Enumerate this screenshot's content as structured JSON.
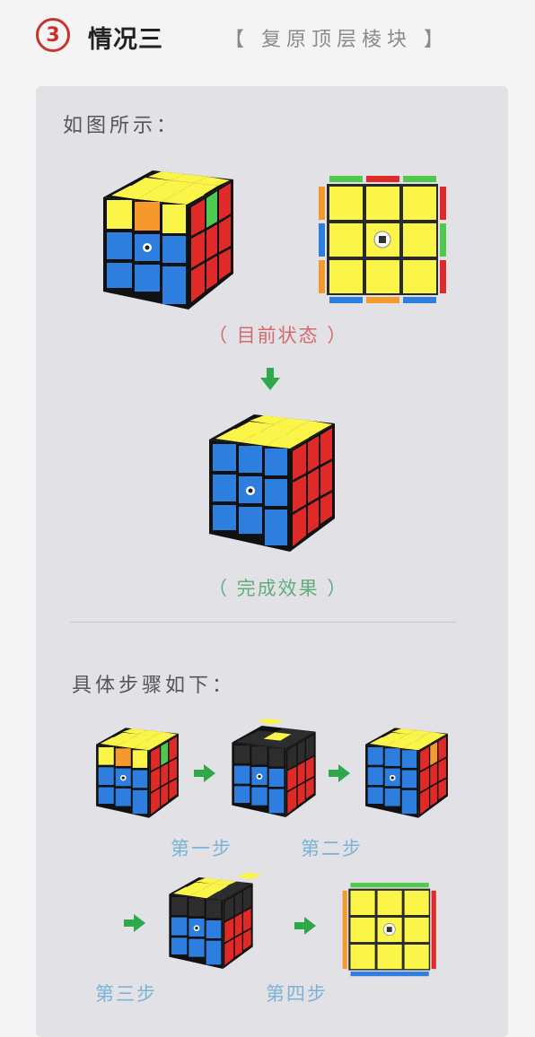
{
  "header": {
    "step_number": "3",
    "title": "情况三",
    "subtitle": "【 复原顶层棱块 】"
  },
  "section1": {
    "label": "如图所示：",
    "caption_current": "（ 目前状态 ）",
    "caption_done": "（ 完成效果 ）"
  },
  "section2": {
    "label": "具体步骤如下：",
    "step1": "第一步",
    "step2": "第二步",
    "step3": "第三步",
    "step4": "第四步"
  },
  "colors": {
    "yellow": "#fbf54a",
    "blue": "#2e7ee0",
    "red": "#e02a28",
    "green": "#4ec94e",
    "orange": "#f5992d",
    "black": "#2d2d2d",
    "arrow": "#2ea84a"
  }
}
